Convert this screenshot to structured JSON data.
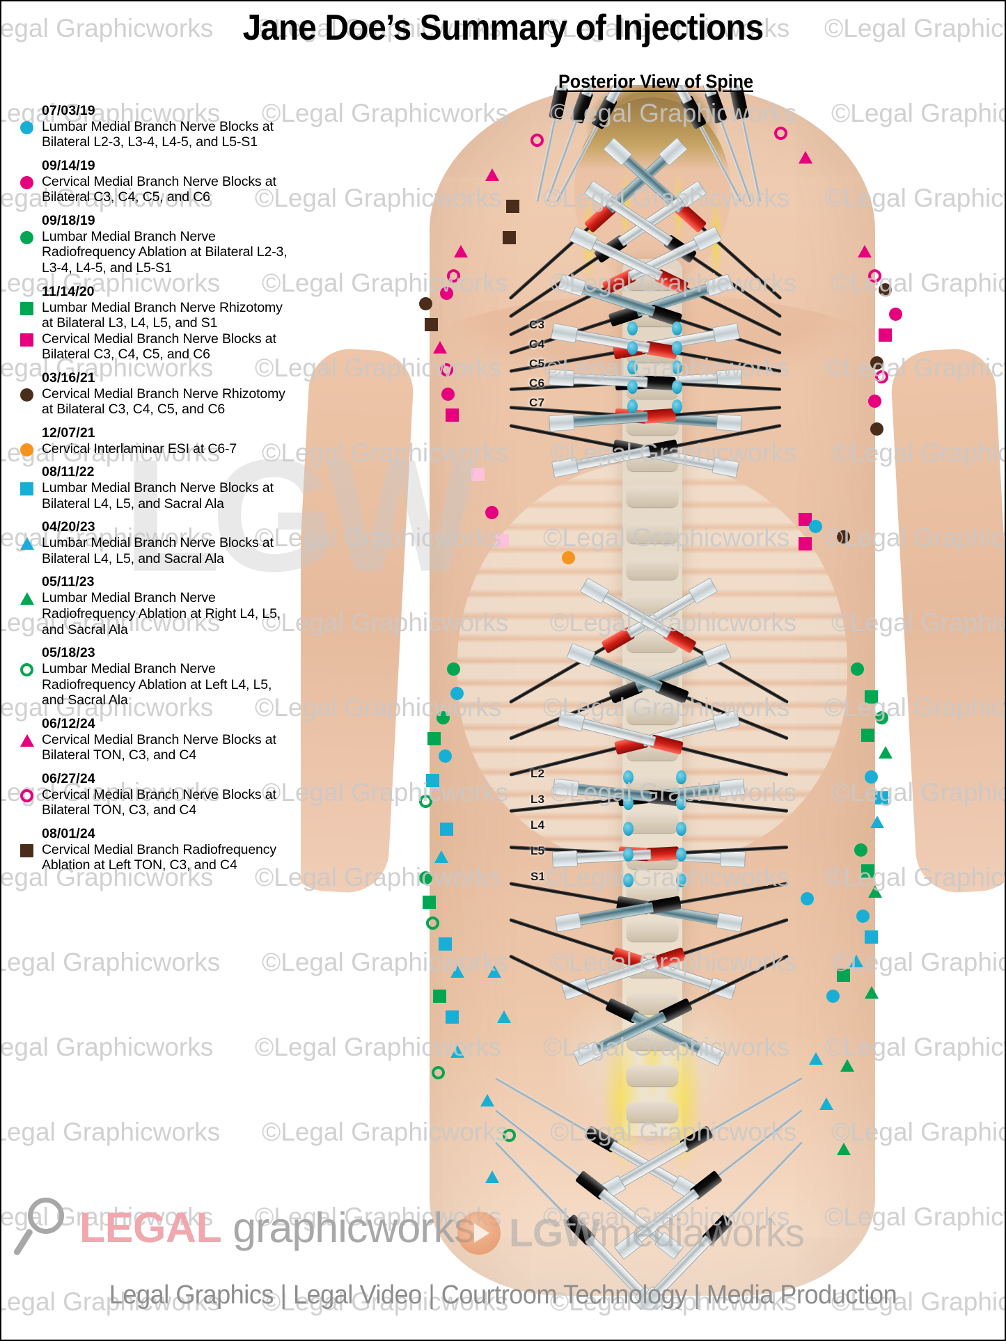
{
  "header": {
    "title": "Jane Doe’s Summary of Injections",
    "subtitle": "Posterior View of Spine"
  },
  "legend": {
    "entries": [
      {
        "date": "07/03/19",
        "rows": [
          {
            "marker": "circle",
            "color": "#18AFD6",
            "text": "Lumbar Medial Branch Nerve Blocks at Bilateral L2-3, L3-4, L4-5, and L5-S1"
          }
        ]
      },
      {
        "date": "09/14/19",
        "rows": [
          {
            "marker": "circle",
            "color": "#E6007E",
            "text": "Cervical Medial Branch Nerve Blocks at Bilateral C3, C4, C5, and C6"
          }
        ]
      },
      {
        "date": "09/18/19",
        "rows": [
          {
            "marker": "circle",
            "color": "#00A651",
            "text": "Lumbar Medial Branch Nerve Radiofrequency Ablation at Bilateral L2-3, L3-4, L4-5, and L5-S1"
          }
        ]
      },
      {
        "date": "11/14/20",
        "rows": [
          {
            "marker": "square",
            "color": "#00A651",
            "text": "Lumbar Medial Branch Nerve Rhizotomy at Bilateral L3, L4, L5, and S1"
          },
          {
            "marker": "square",
            "color": "#E6007E",
            "text": "Cervical Medial Branch Nerve Blocks at Bilateral C3, C4, C5, and C6"
          }
        ]
      },
      {
        "date": "03/16/21",
        "rows": [
          {
            "marker": "circle",
            "color": "#4A2C1B",
            "text": "Cervical Medial Branch Nerve Rhizotomy at Bilateral C3, C4, C5, and C6"
          }
        ]
      },
      {
        "date": "12/07/21",
        "rows": [
          {
            "marker": "circle",
            "color": "#F7941E",
            "text": "Cervical Interlaminar ESI at C6-7"
          }
        ]
      },
      {
        "date": "08/11/22",
        "rows": [
          {
            "marker": "square",
            "color": "#18AFD6",
            "text": "Lumbar Medial Branch Nerve Blocks at Bilateral L4, L5, and Sacral Ala"
          }
        ]
      },
      {
        "date": "04/20/23",
        "rows": [
          {
            "marker": "triangle",
            "color": "#18AFD6",
            "text": "Lumbar Medial Branch Nerve Blocks at Bilateral L4, L5, and Sacral Ala"
          }
        ]
      },
      {
        "date": "05/11/23",
        "rows": [
          {
            "marker": "triangle",
            "color": "#00A651",
            "text": "Lumbar Medial Branch Nerve Radiofrequency Ablation at Right L4, L5, and Sacral Ala"
          }
        ]
      },
      {
        "date": "05/18/23",
        "rows": [
          {
            "marker": "ring",
            "color": "#00A651",
            "text": "Lumbar Medial Branch Nerve Radiofrequency Ablation at Left L4, L5, and Sacral Ala"
          }
        ]
      },
      {
        "date": "06/12/24",
        "rows": [
          {
            "marker": "triangle",
            "color": "#E6007E",
            "text": "Cervical Medial Branch Nerve Blocks at Bilateral TON, C3, and C4"
          }
        ]
      },
      {
        "date": "06/27/24",
        "rows": [
          {
            "marker": "ring",
            "color": "#E6007E",
            "text": "Cervical Medial Branch Nerve Blocks at Bilateral TON, C3, and C4"
          }
        ]
      },
      {
        "date": "08/01/24",
        "rows": [
          {
            "marker": "square",
            "color": "#4A2C1B",
            "text": "Cervical Medial Branch Radiofrequency Ablation at Left TON, C3, and C4"
          }
        ]
      }
    ]
  },
  "anatomy": {
    "cervical_labels": [
      "C3",
      "C4",
      "C5",
      "C6",
      "C7"
    ],
    "lumbar_labels": [
      "L2",
      "L3",
      "L4",
      "L5",
      "S1"
    ]
  },
  "watermark": {
    "text": "©Legal Graphicworks"
  },
  "footer": {
    "logo_legal": "LEGAL",
    "logo_graphicworks": "graphicworks",
    "lgw_prefix": "LGW",
    "lgw_suffix": "mediaworks",
    "tagline": "Legal Graphics | Legal Video | Courtroom Technology | Media Production"
  }
}
